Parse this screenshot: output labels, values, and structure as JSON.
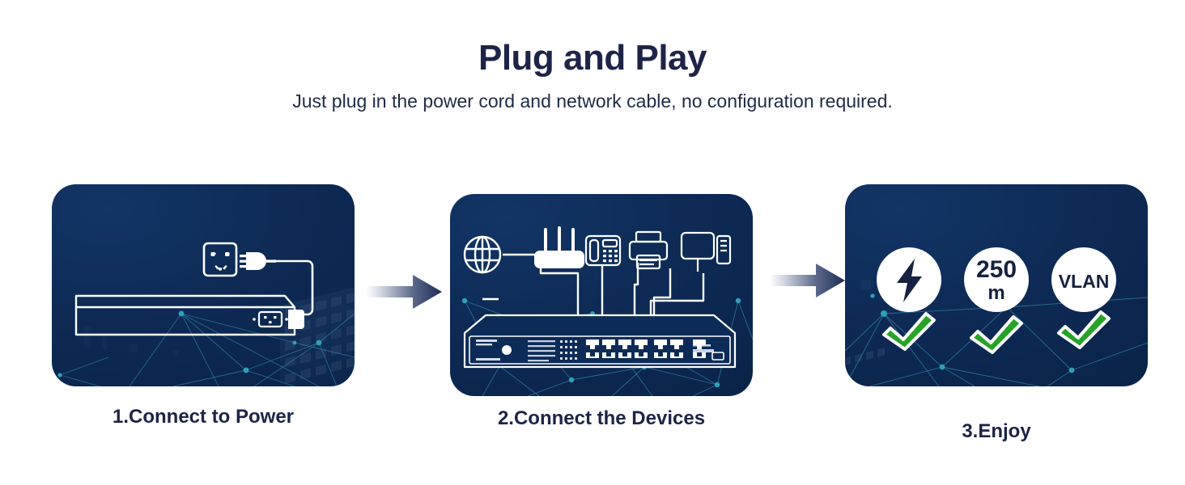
{
  "header": {
    "title": "Plug and Play",
    "subtitle": "Just plug in the power cord and network cable, no configuration required."
  },
  "colors": {
    "page_background": "#ffffff",
    "heading_navy": "#1d2447",
    "panel_navy_light": "#123566",
    "panel_navy_dark": "#0a2349",
    "network_line_teal": "#1f6f8c",
    "icon_white": "#ffffff",
    "check_green": "#27a327",
    "arrow_navy": "#1d2d55"
  },
  "steps": [
    {
      "id": "connect-to-power",
      "caption": "1.Connect to Power",
      "icons": [
        "wall-socket-icon",
        "power-plug-icon",
        "power-cable-icon",
        "network-switch-icon",
        "iec-power-inlet-icon"
      ]
    },
    {
      "id": "connect-the-devices",
      "caption": "2.Connect the Devices",
      "icons": [
        "globe-icon",
        "wifi-router-icon",
        "ip-phone-icon",
        "printer-icon",
        "desktop-computer-icon",
        "poe-switch-icon",
        "ethernet-cable-icon"
      ]
    },
    {
      "id": "enjoy",
      "caption": "3.Enjoy",
      "badges": [
        {
          "id": "poe-power",
          "icon": "lightning-bolt-icon",
          "label": "",
          "check": true
        },
        {
          "id": "extend-range",
          "icon": "",
          "label_line_1": "250",
          "label_line_2": "m",
          "check": true
        },
        {
          "id": "vlan-isolation",
          "icon": "",
          "label": "VLAN",
          "check": true
        }
      ]
    }
  ],
  "arrows": [
    {
      "id": "arrow-step-1-to-2",
      "direction": "right"
    },
    {
      "id": "arrow-step-2-to-3",
      "direction": "right"
    }
  ]
}
